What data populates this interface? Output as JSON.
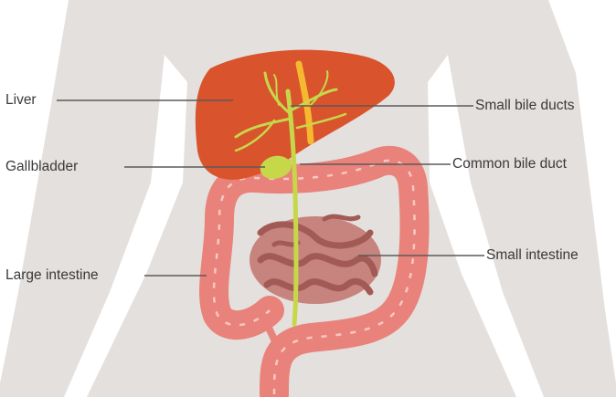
{
  "labels": {
    "liver": "Liver",
    "gallbladder": "Gallbladder",
    "large_intestine": "Large intestine",
    "small_bile_ducts": "Small bile ducts",
    "common_bile_duct": "Common bile duct",
    "small_intestine": "Small intestine"
  },
  "colors": {
    "body_silhouette": "#e4e0dd",
    "liver": "#d9532c",
    "bile_duct": "#c6d84a",
    "bile_highlight": "#f5b82e",
    "large_intestine": "#e9827a",
    "small_intestine": "#b66a64",
    "leader_line": "#5a5a5a"
  }
}
